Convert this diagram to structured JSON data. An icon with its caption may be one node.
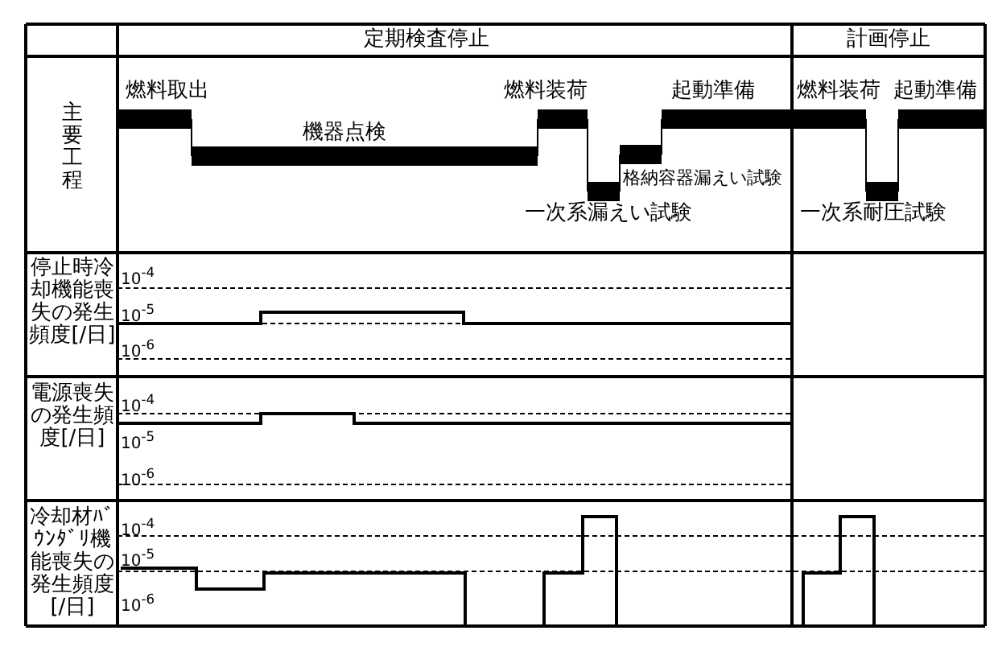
{
  "diagram": {
    "labels": [
      "定期検査停止",
      "計画停止",
      "主要工程",
      "燃料取出",
      "燃料装荷",
      "起動準備",
      "燃料装荷",
      "起動準備",
      "機器点検",
      "格納容器漏えい試験",
      "一次系漏えい試験",
      "一次系耐圧試験",
      "停止時冷却機能喪失の発生頻度[/日]",
      "10$^{-4}$",
      "10$^{-5}$",
      "10$^{-6}$",
      "電源喪失の発生頻度[/日]",
      "10$^{-4}$",
      "10$^{-5}$",
      "10$^{-6}$",
      "冷却材ﾊﾞｳﾝﾀﾞﾘ機能喪失の発生頻度[/日]",
      "10$^{-4}$",
      "10$^{-5}$",
      "10$^{-6}$"
    ]
  }
}
